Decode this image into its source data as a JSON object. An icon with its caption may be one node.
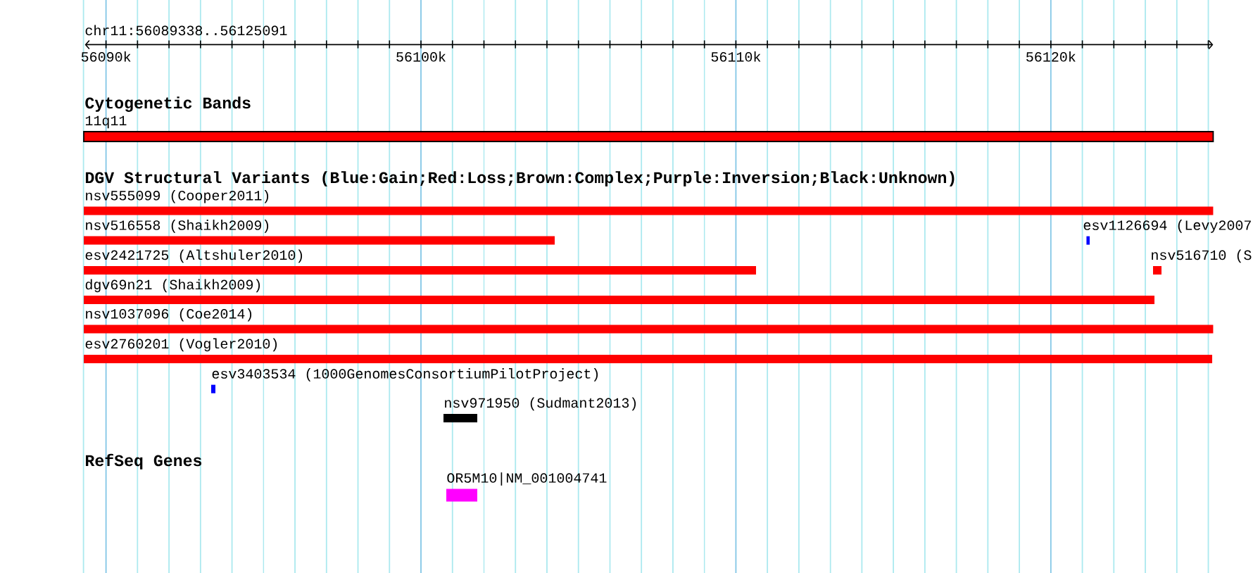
{
  "diagram": {
    "nodes": [
      {
        "text": [
          "11q11"
        ]
      },
      {
        "text": [
          "nsv555099 (Cooper2011)"
        ]
      },
      {
        "text": [
          "nsv516558 (Shaikh2009)"
        ]
      },
      {
        "text": [
          "esv1126694 (Levy2007"
        ]
      },
      {
        "text": [
          "esv2421725 (Altshuler2010)"
        ]
      },
      {
        "text": [
          "nsv516710 (S"
        ]
      },
      {
        "text": [
          "dgv69n21 (Shaikh2009)"
        ]
      },
      {
        "text": [
          "nsv1037096 (Coe2014)"
        ]
      },
      {
        "text": [
          "esv2760201 (Vogler2010)"
        ]
      },
      {
        "text": [
          "esv3403534 (1000GenomesConsortiumPilotProject)"
        ]
      },
      {
        "text": [
          "nsv971950 (Sudmant2013)"
        ]
      },
      {
        "text": [
          "OR5M10|NM_001004741"
        ]
      }
    ],
    "labels": [
      "chr11:56089338..56125091",
      "56090k",
      "56100k",
      "56110k",
      "56120k",
      "Cytogenetic Bands",
      "DGV Structural Variants (Blue:Gain;Red:Loss;Brown:Complex;Purple:Inversion;Black:Unknown)",
      "RefSeq Genes"
    ]
  }
}
